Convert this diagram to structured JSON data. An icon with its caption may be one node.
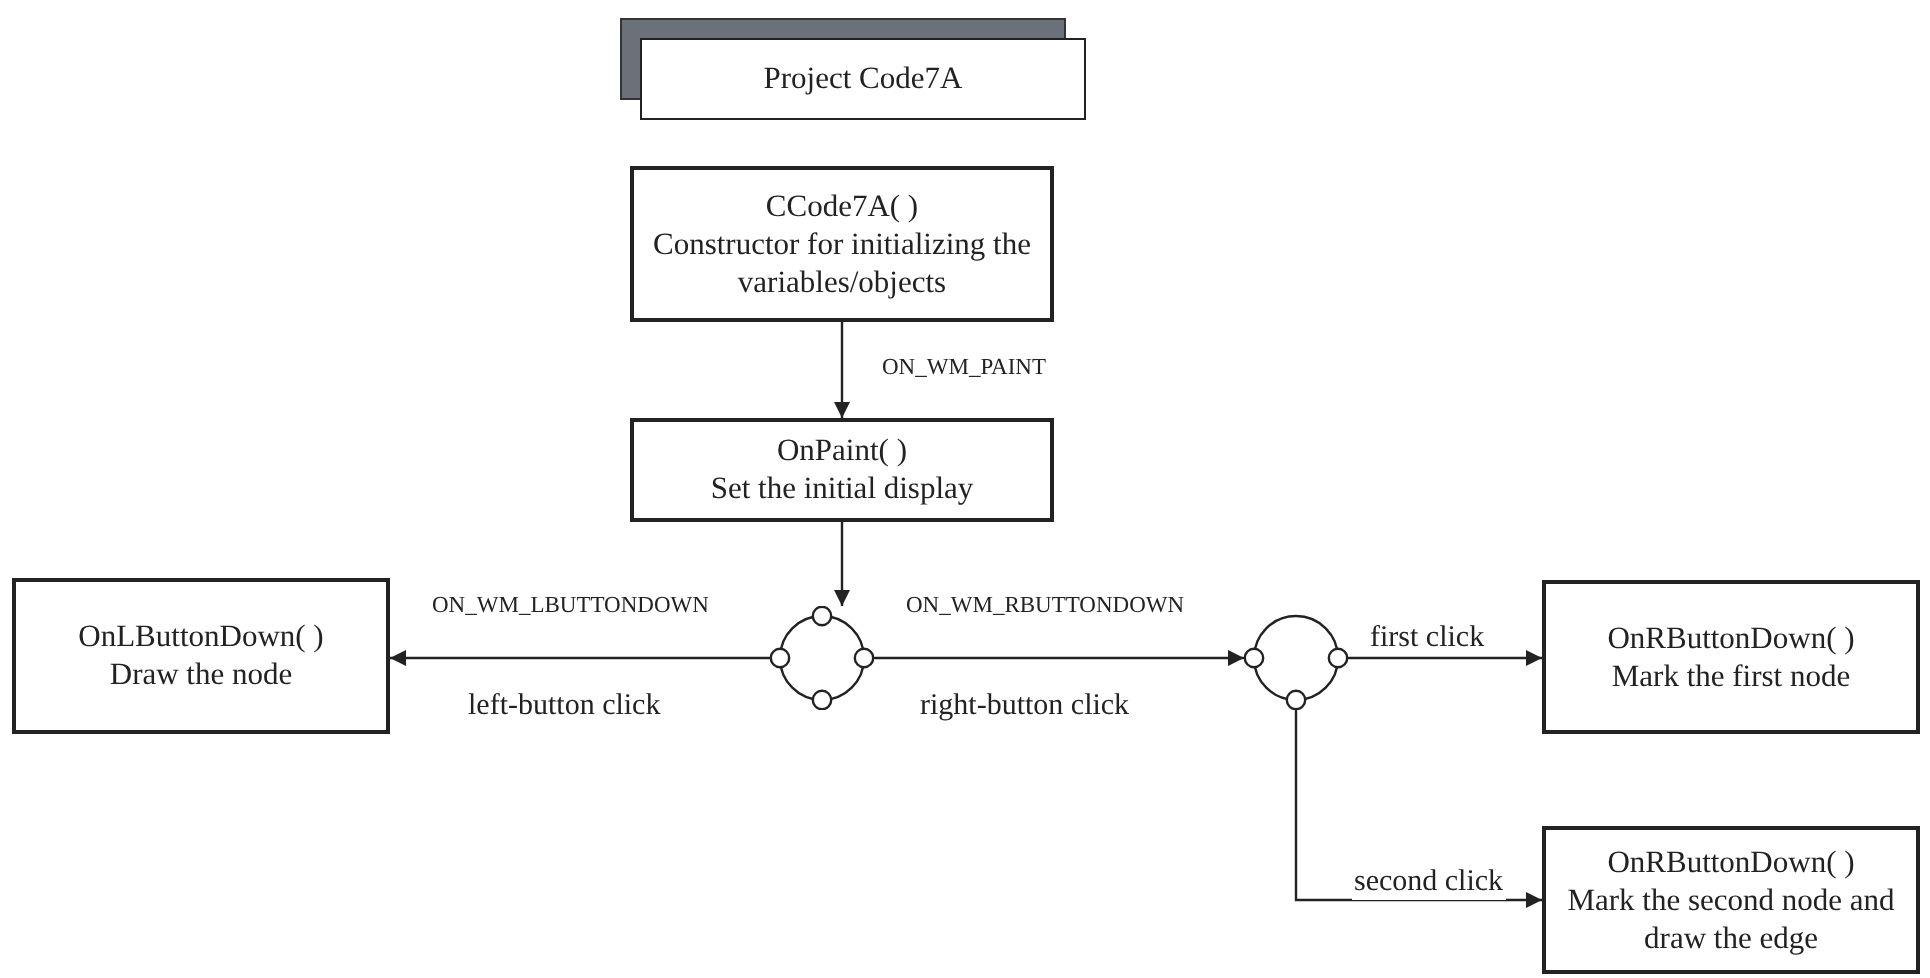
{
  "diagram": {
    "nodes": [
      {
        "text": [
          "Project Code7A"
        ]
      },
      {
        "text": [
          "CCode7A( )",
          "Constructor for initializing the variables/objects"
        ]
      },
      {
        "text": [
          "OnPaint( )",
          "Set the initial display"
        ]
      },
      {
        "text": [],
        "shape": "circle"
      },
      {
        "text": [
          "OnLButtonDown( )",
          "Draw the node"
        ]
      },
      {
        "text": [],
        "shape": "circle"
      },
      {
        "text": [
          "OnRButtonDown( )",
          "Mark the first node"
        ]
      },
      {
        "text": [
          "OnRButtonDown( )",
          "Mark the second node and draw the edge"
        ]
      }
    ],
    "edges": [
      {
        "from": 1,
        "to": 2,
        "arrow": "to",
        "label": "ON_WM_PAINT"
      },
      {
        "from": 2,
        "to": 3,
        "arrow": "to"
      },
      {
        "from": 3,
        "to": 4,
        "arrow": "to",
        "label": "ON_WM_LBUTTONDOWN"
      },
      {
        "from": 3,
        "to": 5,
        "arrow": "to",
        "label": "ON_WM_RBUTTONDOWN"
      },
      {
        "from": 5,
        "to": 6,
        "arrow": "to",
        "label": "first click"
      },
      {
        "from": 5,
        "to": 7,
        "arrow": "to",
        "label": "second click"
      }
    ],
    "labels": [
      "left-button click",
      "right-button click"
    ]
  }
}
